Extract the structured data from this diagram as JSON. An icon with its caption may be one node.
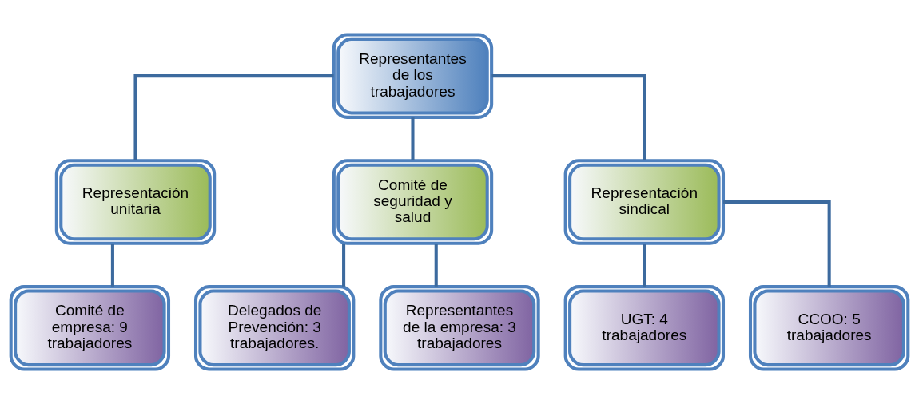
{
  "diagram": {
    "nodes": [
      {
        "text": [
          "Representantes de los trabajadores"
        ]
      },
      {
        "text": [
          "Representación unitaria"
        ]
      },
      {
        "text": [
          "Comité de seguridad y salud"
        ]
      },
      {
        "text": [
          "Representación sindical"
        ]
      },
      {
        "text": [
          "Comité de empresa: 9 trabajadores"
        ]
      },
      {
        "text": [
          "Delegados de Prevención: 3 trabajadores."
        ]
      },
      {
        "text": [
          "Representantes de la empresa: 3 trabajadores"
        ]
      },
      {
        "text": [
          "UGT: 4 trabajadores"
        ]
      },
      {
        "text": [
          "CCOO: 5 trabajadores"
        ]
      }
    ],
    "edges": [
      {
        "from": 0,
        "to": 1,
        "arrow": "none"
      },
      {
        "from": 0,
        "to": 2,
        "arrow": "none"
      },
      {
        "from": 0,
        "to": 3,
        "arrow": "none"
      },
      {
        "from": 1,
        "to": 4,
        "arrow": "none"
      },
      {
        "from": 2,
        "to": 5,
        "arrow": "none"
      },
      {
        "from": 2,
        "to": 6,
        "arrow": "none"
      },
      {
        "from": 3,
        "to": 7,
        "arrow": "none"
      },
      {
        "from": 3,
        "to": 8,
        "arrow": "none"
      }
    ]
  }
}
